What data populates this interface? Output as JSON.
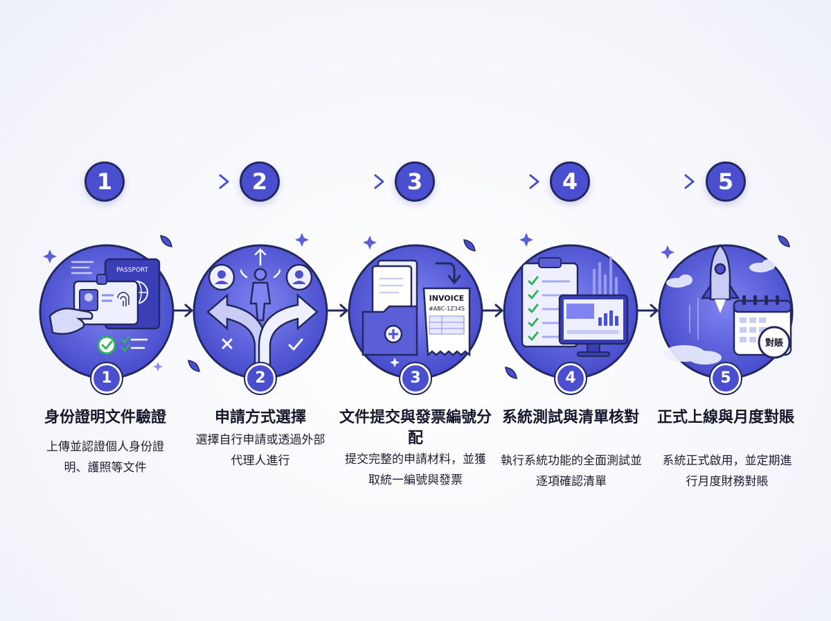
{
  "steps": [
    {
      "number": "1",
      "title": "身份證明文件驗證",
      "description": "上傳並認證個人身份證明、護照等文件",
      "icon": "id-card-passport-icon"
    },
    {
      "number": "2",
      "title": "申請方式選擇",
      "description": "選擇自行申請或透過外部代理人進行",
      "icon": "crossroads-choice-icon"
    },
    {
      "number": "3",
      "title": "文件提交與發票編號分配",
      "description": "提交完整的申請材料，並獲取統一編號與發票",
      "icon": "folder-invoice-icon"
    },
    {
      "number": "4",
      "title": "系統測試與清單核對",
      "description": "執行系統功能的全面測試並逐項確認清單",
      "icon": "checklist-monitor-icon"
    },
    {
      "number": "5",
      "title": "正式上線與月度對賬",
      "description": "系統正式啟用，並定期進行月度財務對賬",
      "icon": "rocket-calendar-icon"
    }
  ],
  "icon_text": {
    "passport": "PASSPORT",
    "invoice_title": "INVOICE",
    "invoice_number": "#ABC-1Z34S",
    "calendar_label": "對賬"
  },
  "colors": {
    "accent": "#4a4fd0",
    "dark": "#23285e",
    "light": "#d9dcf8",
    "check": "#2eb35a"
  }
}
